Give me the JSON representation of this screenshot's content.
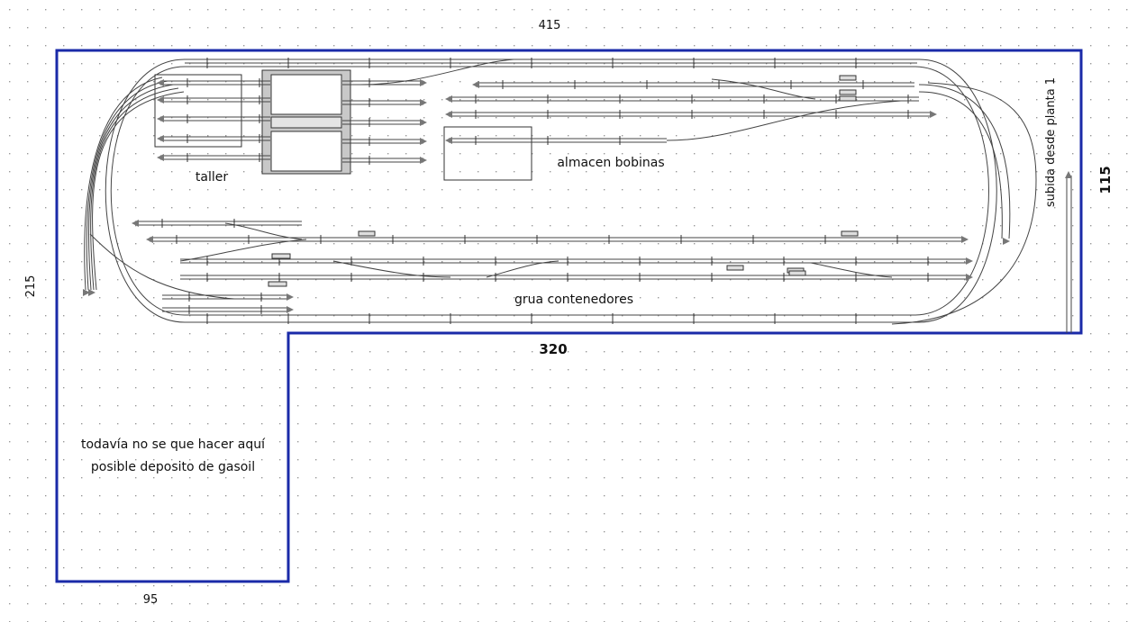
{
  "dimensions": {
    "top": "415",
    "right": "115",
    "left": "215",
    "bottom_inner": "320",
    "bottom_left": "95"
  },
  "labels": {
    "taller": "taller",
    "almacen": "almacen bobinas",
    "grua": "grua contenedores",
    "subida": "subida desde planta 1",
    "note_line1": "todavía no se que hacer aquí",
    "note_line2": "posible deposito de gasoil"
  },
  "colors": {
    "outline": "#1a2aa8",
    "track": "#444444",
    "grid_dot": "#9a9a9a",
    "building_fill": "#c8c8c8"
  }
}
